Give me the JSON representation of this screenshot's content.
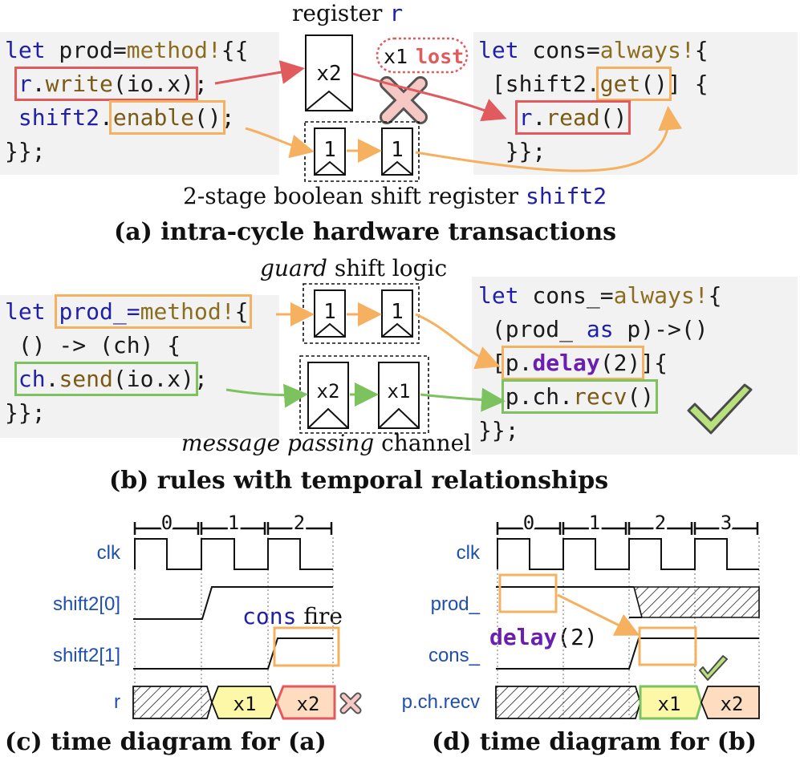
{
  "colors": {
    "orange": "#f5b060",
    "red": "#e05a5e",
    "green": "#7cc25e",
    "blue": "#1f1fa8",
    "signal": "#1f4fb0",
    "purple": "#6b1fb0",
    "yellow": "#fdf7a8",
    "peach": "#fddcbf",
    "check": "#b8e07c"
  },
  "a": {
    "reg_label": "register",
    "reg_var": "r",
    "reg_value": "x2",
    "lost_value": "x1",
    "lost_word": "lost",
    "shift_values": [
      "1",
      "1"
    ],
    "shift_label": "2-stage boolean shift register",
    "shift_var": "shift2",
    "caption": "(a) intra-cycle hardware transactions",
    "prod": {
      "kw": "let",
      "name": " prod=",
      "macro": "method!",
      "open": "{{",
      "w_obj": "r",
      "w_dot": ".",
      "w_fn": "write",
      "w_arg": "(io.x)",
      "semi": ";",
      "s_obj": "shift2",
      "s_dot": ".",
      "s_fn": "enable",
      "s_paren": "()",
      "close": "}};"
    },
    "cons": {
      "kw": "let",
      "name": " cons=",
      "macro": "always!",
      "brace": "{",
      "lb": "[shift2.",
      "g_fn": "get",
      "g_paren": "()",
      "rb": "] {",
      "r_obj": "r",
      "r_dot": ".",
      "r_fn": "read",
      "r_paren": "()",
      "close": "}};"
    }
  },
  "b": {
    "guard_word": "guard",
    "guard_rest": "shift logic",
    "guard_values": [
      "1",
      "1"
    ],
    "chan_values": [
      "x2",
      "x1"
    ],
    "msg_word": "message passing",
    "msg_rest": "channel",
    "caption": "(b) rules with temporal relationships",
    "prod": {
      "kw": "let",
      "name": "prod_=",
      "macro": "method!",
      "brace": "{",
      "l2": " () -> (ch) {",
      "c_obj": "ch",
      "c_dot": ".",
      "c_fn": "send",
      "c_arg": "(io.x)",
      "semi": ";",
      "close": "}};"
    },
    "cons": {
      "kw": "let",
      "name": " cons_=",
      "macro": "always!",
      "brace": "{",
      "l2a": " (prod_ ",
      "as": "as",
      "l2b": " p)->()",
      "lb": "[",
      "d_obj": "p.",
      "d_fn": "delay",
      "d_arg": "(2)",
      "rb": "]{",
      "r_obj": "p.ch.",
      "r_fn": "recv",
      "r_paren": "()",
      "close": "}};"
    }
  },
  "c": {
    "cycles": [
      "0",
      "1",
      "2"
    ],
    "signals": [
      "clk",
      "shift2[0]",
      "shift2[1]",
      "r"
    ],
    "cons_word": "cons",
    "fire_word": "fire",
    "r_values": [
      "x1",
      "x2"
    ],
    "caption": "(c) time diagram for (a)"
  },
  "d": {
    "cycles": [
      "0",
      "1",
      "2",
      "3"
    ],
    "signals": [
      "clk",
      "prod_",
      "cons_",
      "p.ch.recv"
    ],
    "delay_word": "delay",
    "delay_arg": "(2)",
    "recv_values": [
      "x1",
      "x2"
    ],
    "caption": "(d) time diagram for (b)"
  }
}
